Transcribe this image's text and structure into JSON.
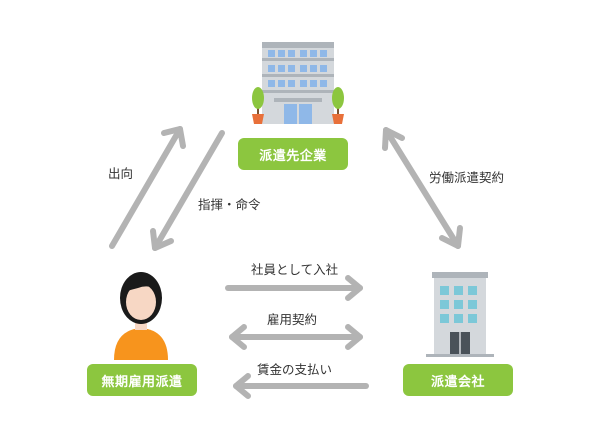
{
  "nodes": {
    "client": {
      "label": "派遣先企業",
      "icon": "office-building-icon"
    },
    "dispatch_company": {
      "label": "派遣会社",
      "icon": "small-office-building-icon"
    },
    "worker": {
      "label": "無期雇用派遣",
      "icon": "person-icon"
    }
  },
  "edges": {
    "secondment": "出向",
    "command": "指揮・命令",
    "labor_contract": "労働派遣契約",
    "join_as_employee": "社員として入社",
    "employment_contract": "雇用契約",
    "wage_payment": "賃金の支払い"
  },
  "colors": {
    "accent_green": "#8cc63f",
    "arrow_gray": "#b3b3b3",
    "person_orange": "#f7941d",
    "window_blue": "#8fb8e8"
  }
}
